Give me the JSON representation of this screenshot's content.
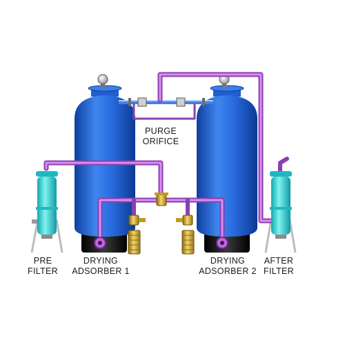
{
  "labels": {
    "purge_orifice": {
      "line1": "PURGE",
      "line2": "ORIFICE"
    },
    "pre_filter": {
      "line1": "PRE",
      "line2": "FILTER"
    },
    "drying_adsorber_1": {
      "line1": "DRYING",
      "line2": "ADSORBER 1"
    },
    "drying_adsorber_2": {
      "line1": "DRYING",
      "line2": "ADSORBER 2"
    },
    "after_filter": {
      "line1": "AFTER",
      "line2": "FILTER"
    }
  },
  "colors": {
    "tower_blue": "#1f5fd0",
    "filter_cyan": "#33d6d6",
    "pipe_violet": "#c066e0",
    "purge_pipe_blue": "#4a7fe0",
    "valve_brass": "#d8b33a",
    "base_black": "#141414",
    "label_text": "#1a1a1a"
  },
  "icons": {
    "gauge": "pressure-gauge-icon",
    "valve": "ball-valve-icon",
    "silencer": "exhaust-silencer-icon"
  }
}
